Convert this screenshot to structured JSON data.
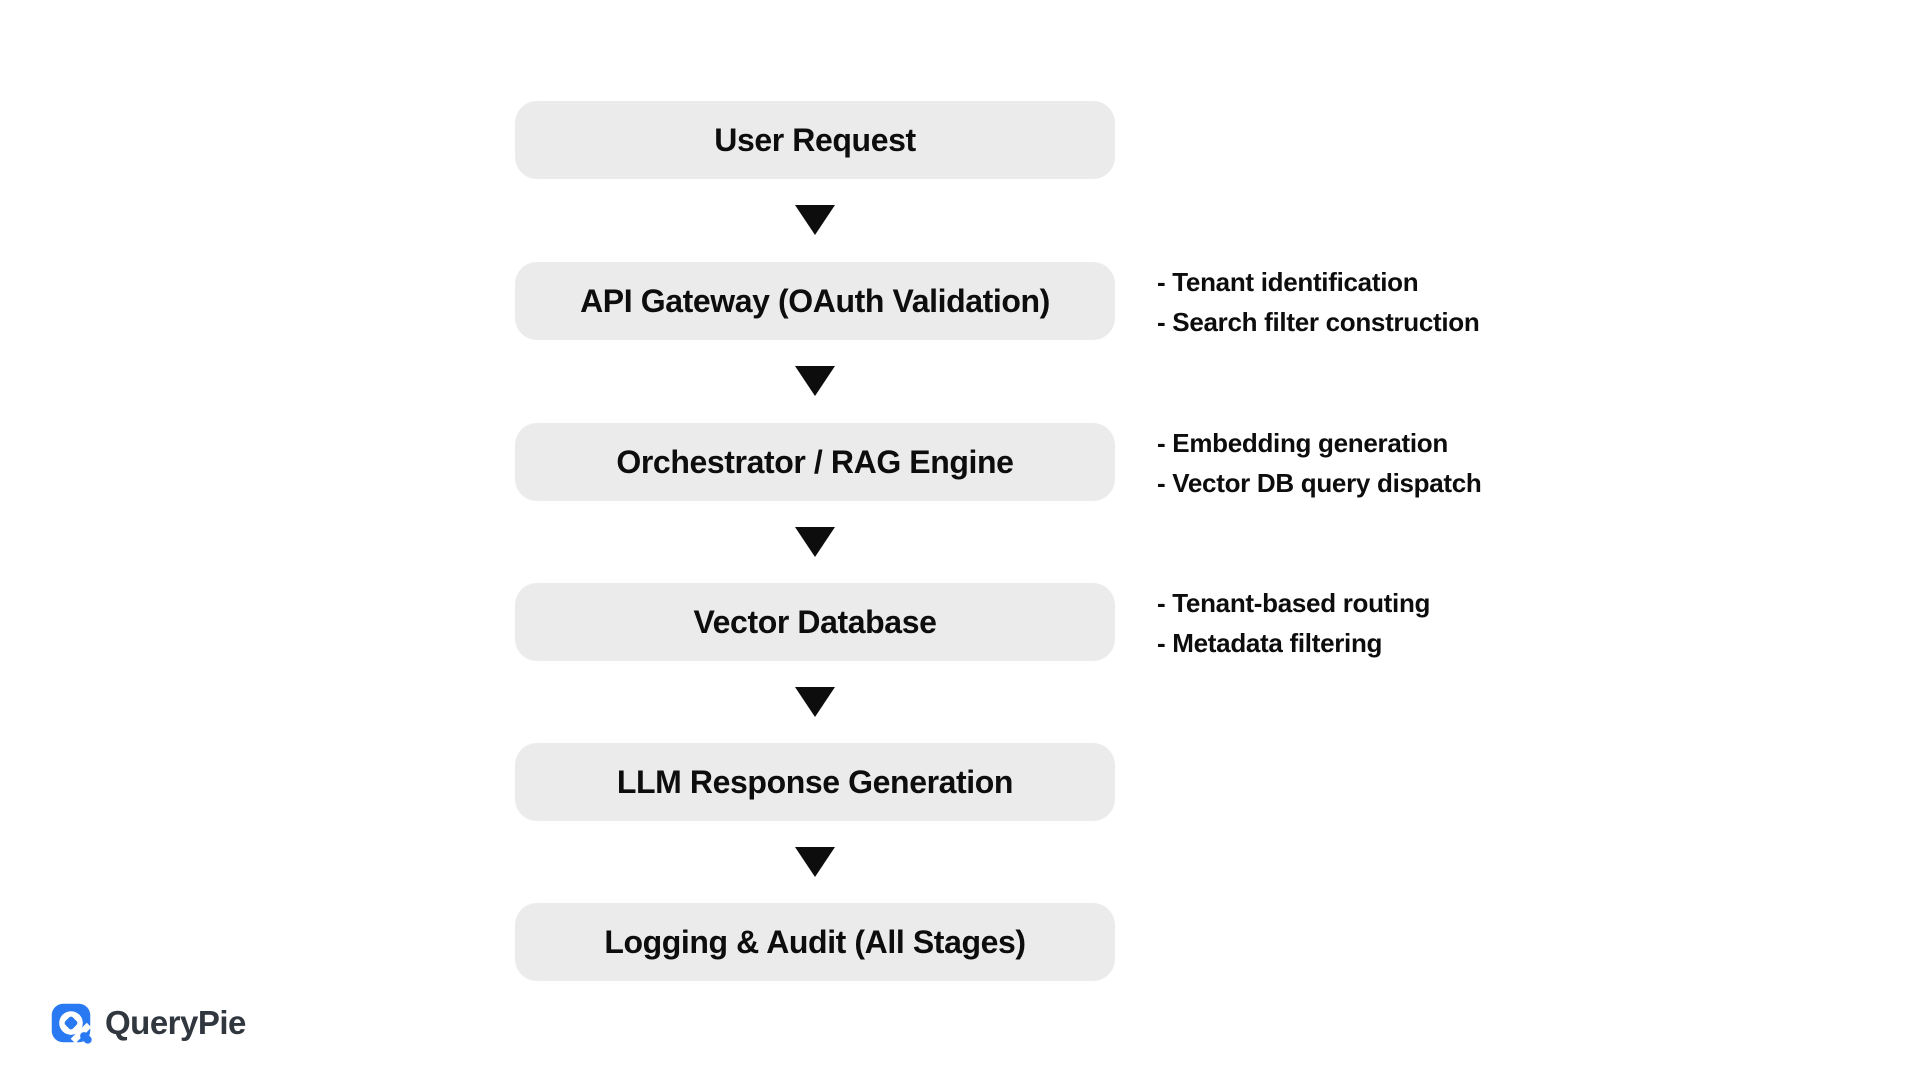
{
  "colors": {
    "background": "#ffffff",
    "box_fill": "#ebebeb",
    "box_text": "#0d0d0d",
    "note_text": "#0d0d0d",
    "arrow": "#0d0d0d",
    "logo_blue": "#2979f2",
    "logo_text": "#31373f"
  },
  "icons": {
    "flow_arrow": "down-arrow-icon",
    "logo_icon": "querypie-q-icon"
  },
  "flow": {
    "stages": [
      {
        "label": "User Request",
        "notes": []
      },
      {
        "label": "API Gateway (OAuth Validation)",
        "notes": [
          "- Tenant identification",
          "- Search filter construction"
        ]
      },
      {
        "label": "Orchestrator / RAG Engine",
        "notes": [
          "- Embedding generation",
          "- Vector DB query dispatch"
        ]
      },
      {
        "label": "Vector Database",
        "notes": [
          "- Tenant-based routing",
          "- Metadata filtering"
        ]
      },
      {
        "label": "LLM Response Generation",
        "notes": []
      },
      {
        "label": "Logging & Audit (All Stages)",
        "notes": []
      }
    ]
  },
  "logo": {
    "brand": "QueryPie"
  }
}
